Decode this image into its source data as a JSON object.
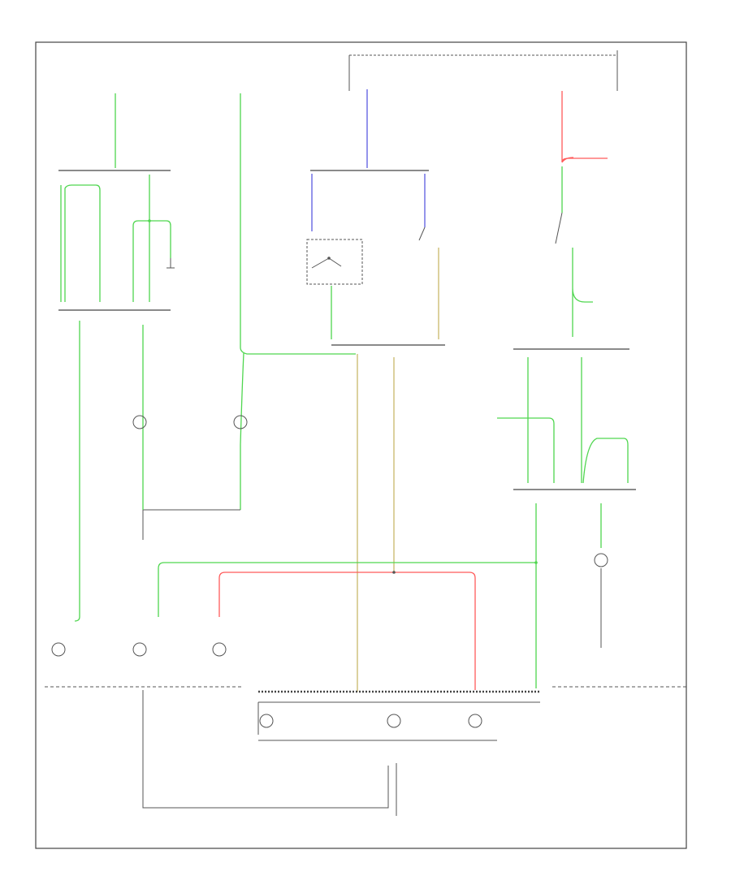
{
  "diagram": {
    "title": "",
    "footer_code": "",
    "colors": {
      "green": "#4fd64f",
      "yellow": "#c8b86a",
      "blue": "#5a5ae0",
      "red": "#ff5a5a",
      "wire_gray": "#555555",
      "frame": "#444444"
    },
    "components": [
      {
        "id": "left-junction-block",
        "label": ""
      },
      {
        "id": "center-switch-block",
        "label": ""
      },
      {
        "id": "right-junction-block",
        "label": ""
      },
      {
        "id": "front-lamp-left",
        "label": ""
      },
      {
        "id": "front-lamp-center",
        "label": ""
      },
      {
        "id": "rear-lamp-right",
        "label": ""
      },
      {
        "id": "tail-lamp-left-1",
        "label": ""
      },
      {
        "id": "tail-lamp-left-2",
        "label": ""
      },
      {
        "id": "backup-lamp-left",
        "label": ""
      },
      {
        "id": "tail-lamp-right-1",
        "label": ""
      },
      {
        "id": "tail-lamp-right-2",
        "label": ""
      },
      {
        "id": "backup-lamp-right",
        "label": ""
      }
    ]
  }
}
